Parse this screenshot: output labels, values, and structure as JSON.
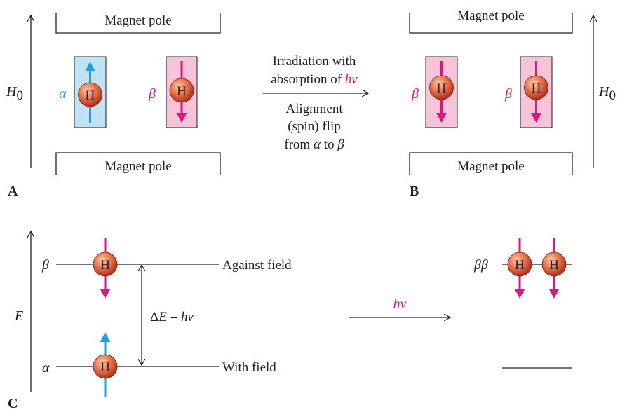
{
  "panel_labels": {
    "a": "A",
    "b": "B",
    "c": "C"
  },
  "magnet_pole": "Magnet pole",
  "field_symbol": "H",
  "field_subscript": "0",
  "spin_alpha": "α",
  "spin_beta": "β",
  "spin_beta_beta": "ββ",
  "nucleus_letter": "H",
  "transition": {
    "line1": "Irradiation with",
    "line2_prefix": "absorption of ",
    "line2_hv": "hv",
    "line3": "Alignment",
    "line4": "(spin) flip",
    "line5_from": "from ",
    "line5_alpha": "α",
    "line5_to": " to ",
    "line5_beta": "β"
  },
  "energy": {
    "axis_label": "E",
    "against_field": "Against field",
    "with_field": "With field",
    "delta_prefix": "Δ",
    "delta_e": "E",
    "delta_eq": " = ",
    "delta_hv": "hv",
    "arrow_hv": "hv"
  },
  "colors": {
    "alpha_spin": "#1aa3dc",
    "beta_spin": "#e0147c",
    "alpha_box": "#bfe3f5",
    "beta_box": "#f6c3d9",
    "nucleus_light": "#f7a27a",
    "nucleus_dark": "#c8321a",
    "line": "#231f20"
  }
}
